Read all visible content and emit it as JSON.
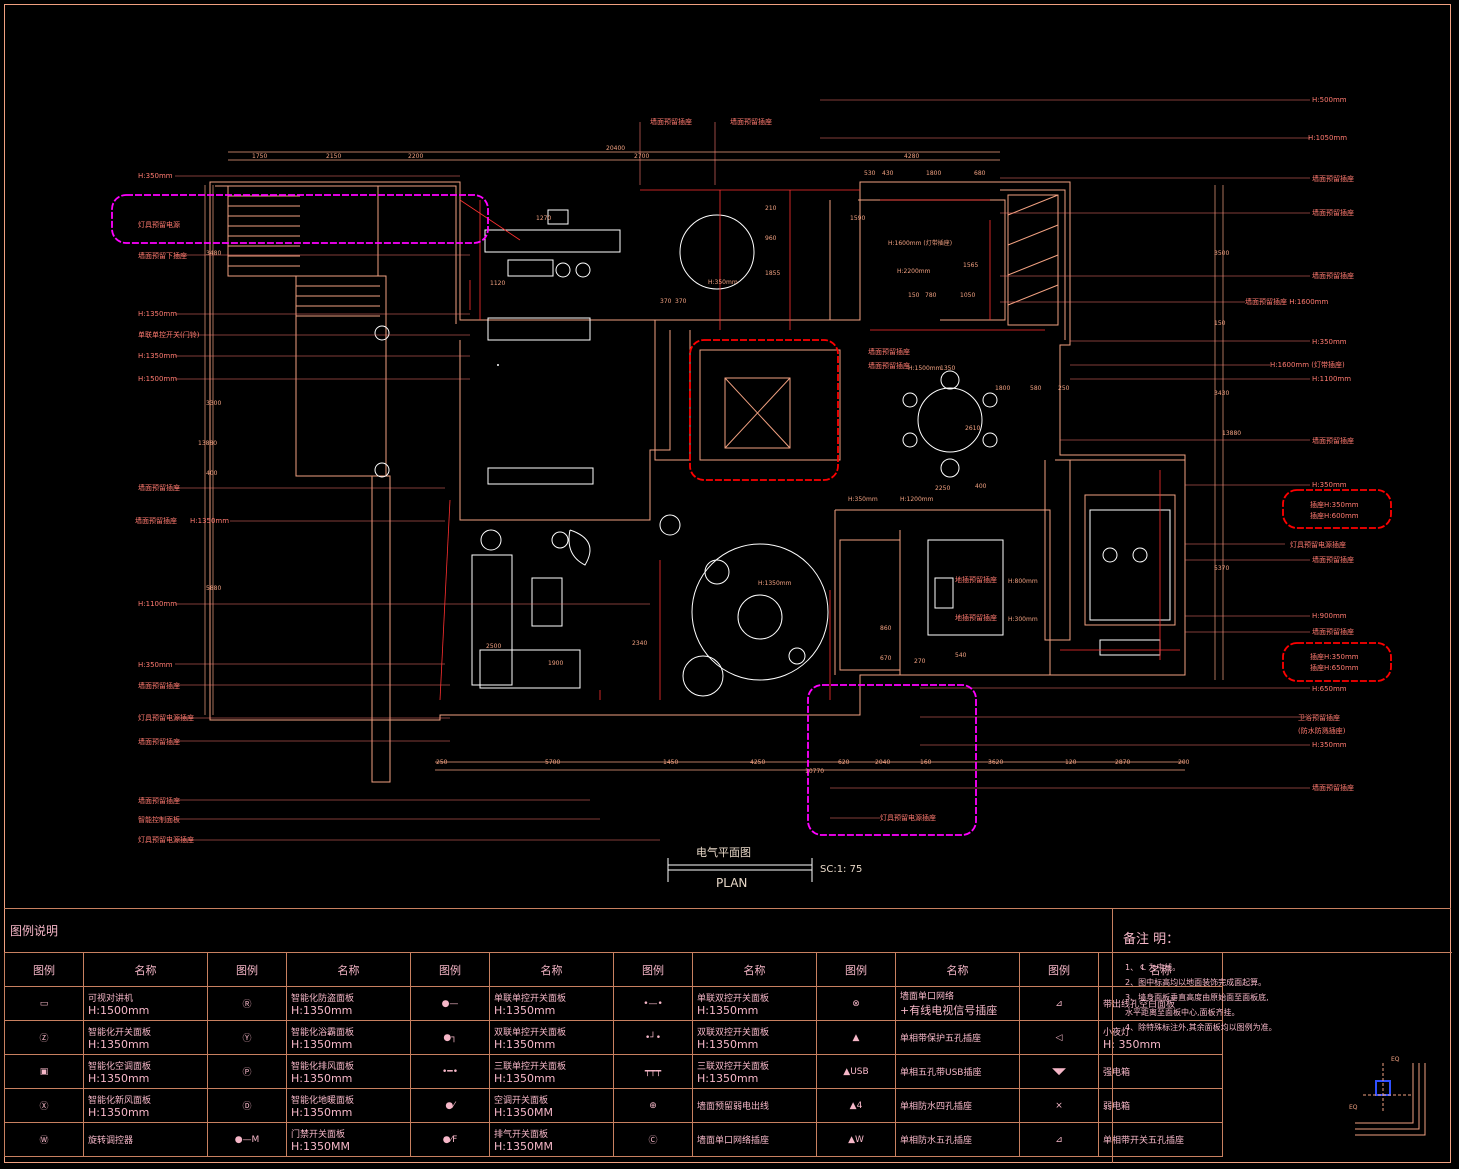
{
  "plan": {
    "title_cn": "电气平面图",
    "title_en": "PLAN",
    "scale": "SC:1: 75"
  },
  "top_dims": [
    "1750",
    "2150",
    "2200",
    "20400",
    "2700",
    "4280",
    "530",
    "430",
    "1800",
    "680"
  ],
  "bottom_dims": [
    "250",
    "5700",
    "1450",
    "4250",
    "10770",
    "620",
    "2040",
    "160",
    "3620",
    "120",
    "2870",
    "200"
  ],
  "left_dims": [
    "3480",
    "3300",
    "13880",
    "400",
    "5880"
  ],
  "right_dims": [
    "3500",
    "150",
    "3430",
    "13880",
    "5370"
  ],
  "inner_dims": [
    "1270",
    "1120",
    "370",
    "370",
    "210",
    "960",
    "1855",
    "H:350mm",
    "1590",
    "1565",
    "150",
    "780",
    "1050",
    "H:2200mm",
    "H:1600mm (灯带插座)",
    "1350",
    "1800",
    "580",
    "250",
    "2610",
    "H:1500mm",
    "H:350mm",
    "H:1200mm",
    "2250",
    "400",
    "H:800mm",
    "H:300mm",
    "H:1350mm",
    "2340",
    "2500",
    "1900",
    "860",
    "670",
    "270",
    "540"
  ],
  "left_callouts": [
    "H:350mm",
    "灯具预留电源",
    "墙面预留下插座",
    "H:1350mm",
    "单联单控开关(门铃)",
    "H:1350mm",
    "H:1500mm",
    "墙面预留插座",
    "墙面预留插座",
    "H:1350mm",
    "H:1100mm",
    "H:350mm",
    "墙面预留插座",
    "灯具预留电源插座",
    "墙面预留插座",
    "墙面预留插座",
    "智能控制面板",
    "灯具预留电源插座"
  ],
  "right_callouts": [
    "H:500mm",
    "H:1050mm",
    "墙面预留插座",
    "墙面预留插座",
    "墙面预留插座",
    "墙面预留插座 H:1600mm",
    "H:350mm",
    "H:1600mm (灯带插座)",
    "H:1100mm",
    "墙面预留插座",
    "H:350mm",
    "插座H:350mm",
    "插座H:600mm",
    "灯具预留电源插座",
    "墙面预留插座",
    "H:900mm",
    "墙面预留插座",
    "插座H:350mm",
    "插座H:650mm",
    "H:650mm",
    "卫浴预留插座",
    "(防水防溅插座)",
    "H:350mm",
    "墙面预留插座"
  ],
  "top_callouts": [
    "墙面预留插座",
    "墙面预留插座"
  ],
  "center_callouts": [
    "墙面预留插座",
    "墙面预留插座",
    "地插预留插座",
    "地插预留插座",
    "灯具预留电源插座"
  ],
  "legend": {
    "title": "图例说明",
    "col_symbol": "图例",
    "col_name": "名称",
    "rows": [
      [
        {
          "sym": "tv",
          "name": "可视对讲机",
          "h": "H:1500mm"
        },
        {
          "sym": "R",
          "name": "智能化防盗面板",
          "h": "H:1350mm"
        },
        {
          "sym": "sw1",
          "name": "单联单控开关面板",
          "h": "H:1350mm"
        },
        {
          "sym": "sw1d",
          "name": "单联双控开关面板",
          "h": "H:1350mm"
        },
        {
          "sym": "net",
          "name": "墙面单口网络",
          "h": "+有线电视信号插座"
        },
        {
          "sym": "floor",
          "name": "带出线孔空白面板",
          "h": ""
        }
      ],
      [
        {
          "sym": "Z",
          "name": "智能化开关面板",
          "h": "H:1350mm"
        },
        {
          "sym": "Y",
          "name": "智能化浴霸面板",
          "h": "H:1350mm"
        },
        {
          "sym": "sw2",
          "name": "双联单控开关面板",
          "h": "H:1350mm"
        },
        {
          "sym": "sw2d",
          "name": "双联双控开关面板",
          "h": "H:1350mm"
        },
        {
          "sym": "sock",
          "name": "单相带保护五孔插座",
          "h": ""
        },
        {
          "sym": "lamp",
          "name": "小夜灯",
          "h": "H: 350mm"
        }
      ],
      [
        {
          "sym": "ac",
          "name": "智能化空调面板",
          "h": "H:1350mm"
        },
        {
          "sym": "P",
          "name": "智能化排风面板",
          "h": "H:1350mm"
        },
        {
          "sym": "sw3",
          "name": "三联单控开关面板",
          "h": "H:1350mm"
        },
        {
          "sym": "sw3d",
          "name": "三联双控开关面板",
          "h": "H:1350mm"
        },
        {
          "sym": "usb",
          "name": "单相五孔带USB插座",
          "h": ""
        },
        {
          "sym": "box1",
          "name": "强电箱",
          "h": ""
        }
      ],
      [
        {
          "sym": "X",
          "name": "智能化新风面板",
          "h": "H:1350mm"
        },
        {
          "sym": "D",
          "name": "智能化地暖面板",
          "h": "H:1350mm"
        },
        {
          "sym": "ac2",
          "name": "空调开关面板",
          "h": "H:1350MM"
        },
        {
          "sym": "tel",
          "name": "墙面预留弱电出线",
          "h": ""
        },
        {
          "sym": "w4",
          "name": "单相防水四孔插座",
          "h": ""
        },
        {
          "sym": "box2",
          "name": "弱电箱",
          "h": ""
        }
      ],
      [
        {
          "sym": "W",
          "name": "旋转调控器",
          "h": ""
        },
        {
          "sym": "M",
          "name": "门禁开关面板",
          "h": "H:1350MM"
        },
        {
          "sym": "F",
          "name": "排气开关面板",
          "h": "H:1350MM"
        },
        {
          "sym": "C",
          "name": "墙面单口网络插座",
          "h": ""
        },
        {
          "sym": "w5",
          "name": "单相防水五孔插座",
          "h": ""
        },
        {
          "sym": "sws",
          "name": "单相带开关五孔插座",
          "h": ""
        }
      ]
    ]
  },
  "notes": {
    "title": "备注 明：",
    "items": [
      "1、  ℄  为中线。",
      "2、图中标高均以地面装饰完成面起算。",
      "3、墙身面板垂直高度由原始面至面板底,",
      "    水平距离至面板中心,面板齐挂。",
      "4、除特殊标注外,其余面板均以图例为准。"
    ],
    "eq1": "EQ",
    "eq2": "EQ"
  },
  "colors": {
    "wall": "#f0a080",
    "furniture": "#ffffff",
    "circuit": "#ff4040",
    "revcloud_magenta": "#ff00ff",
    "revcloud_red": "#ff0000",
    "callout": "#ff7a70",
    "legend_text": "#f6b7c8"
  }
}
